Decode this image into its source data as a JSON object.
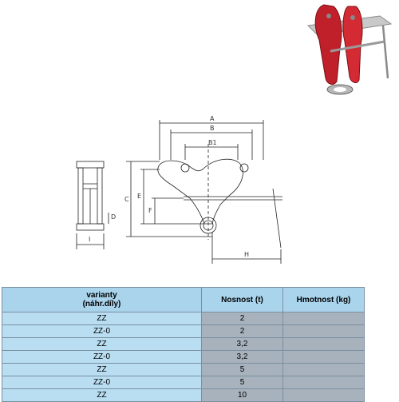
{
  "photo": {
    "description_icon": "beam-clamp-photo"
  },
  "drawing": {
    "dims": {
      "a": "A",
      "b": "B",
      "b1": "B1",
      "c": "C",
      "e": "E",
      "f": "F",
      "d": "D",
      "i": "I",
      "h": "H"
    }
  },
  "table": {
    "headers": {
      "variant_line1": "varianty",
      "variant_line2": "(náhr.díly)",
      "capacity": "Nosnost (t)",
      "weight": "Hmotnost (kg)"
    },
    "rows": [
      {
        "variant": "ZZ",
        "capacity": "2",
        "weight": ""
      },
      {
        "variant": "ZZ-0",
        "capacity": "2",
        "weight": ""
      },
      {
        "variant": "ZZ",
        "capacity": "3,2",
        "weight": ""
      },
      {
        "variant": "ZZ-0",
        "capacity": "3,2",
        "weight": ""
      },
      {
        "variant": "ZZ",
        "capacity": "5",
        "weight": ""
      },
      {
        "variant": "ZZ-0",
        "capacity": "5",
        "weight": ""
      },
      {
        "variant": "ZZ",
        "capacity": "10",
        "weight": ""
      }
    ]
  }
}
